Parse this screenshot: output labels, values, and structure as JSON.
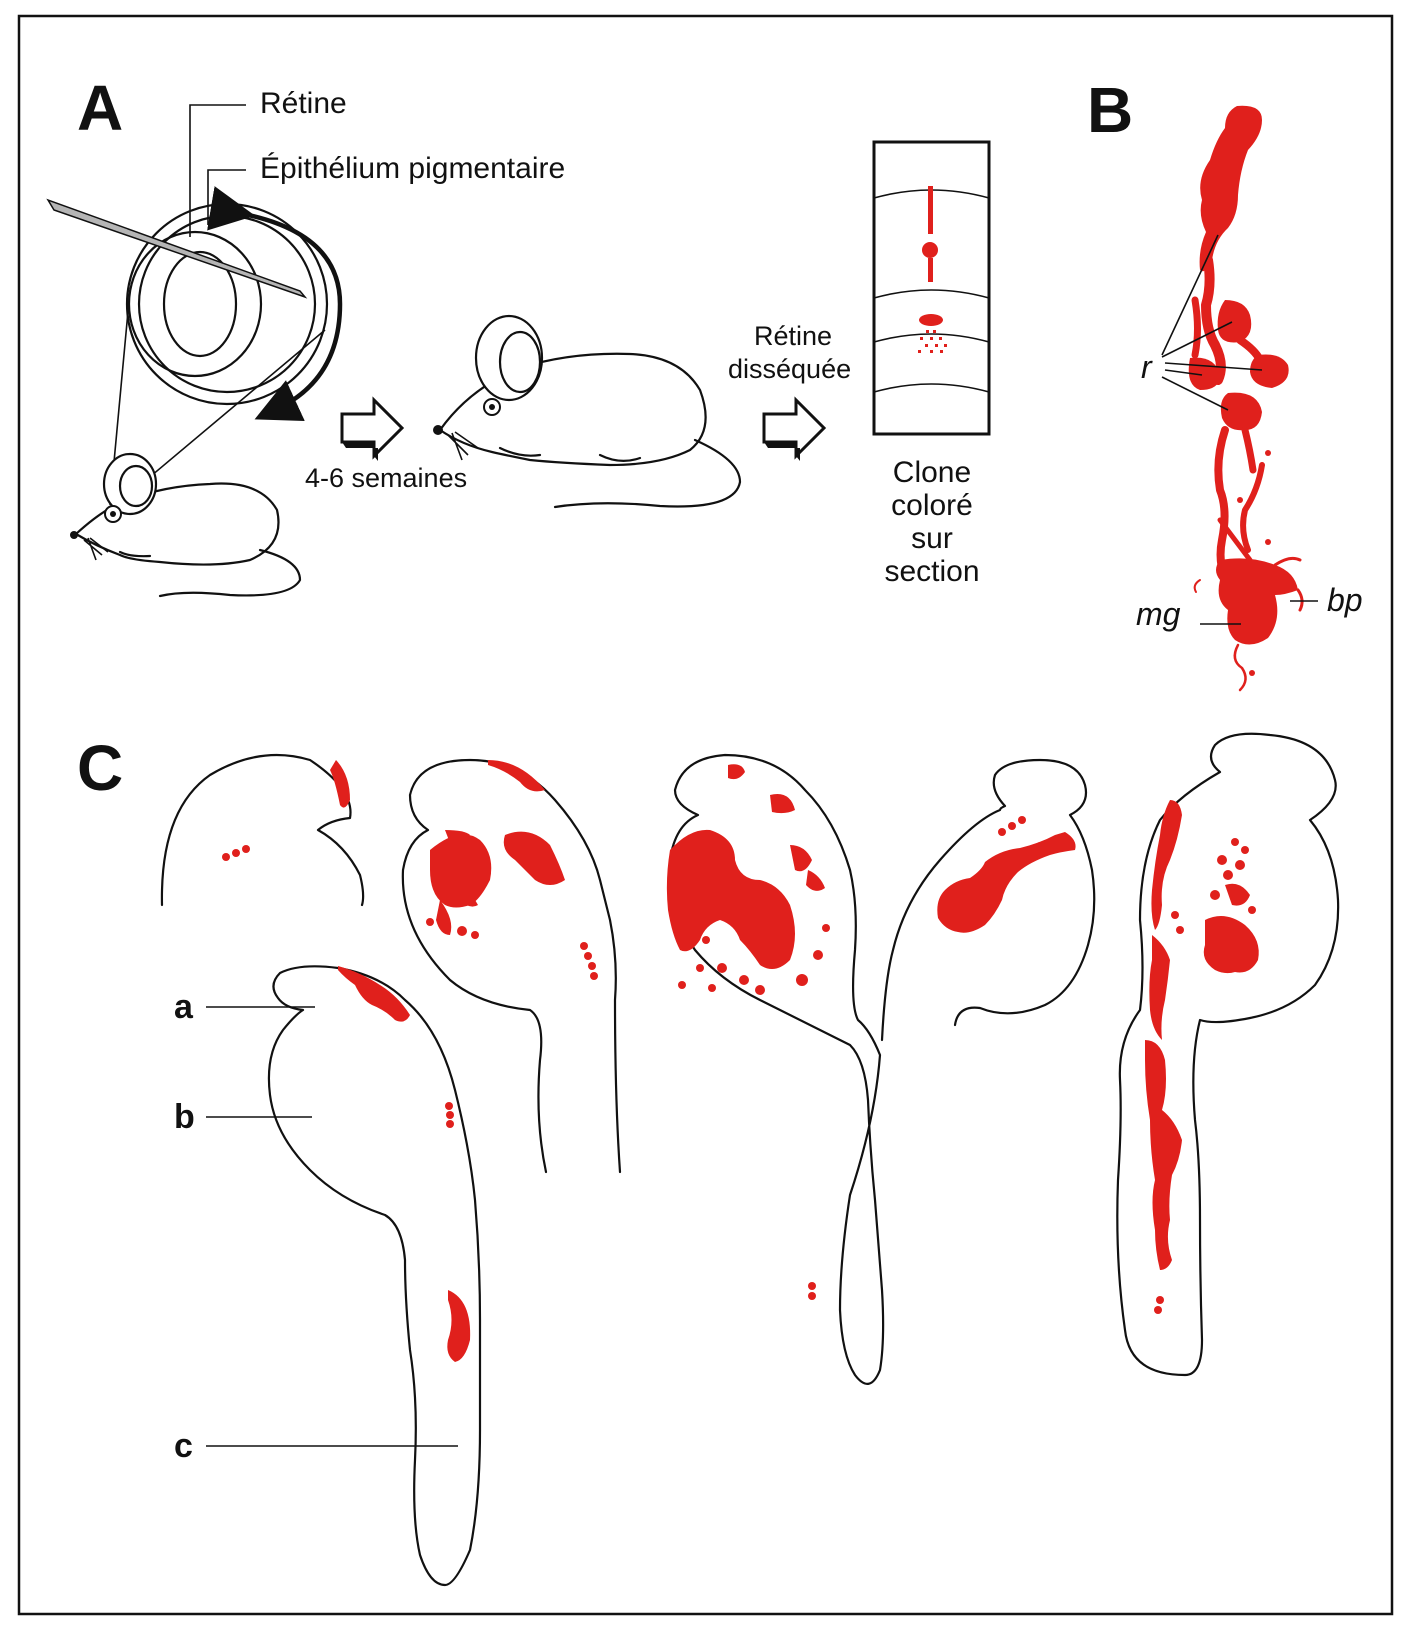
{
  "panels": {
    "a": "A",
    "b": "B",
    "c": "C"
  },
  "panel_a": {
    "retina": "Rétine",
    "rpe": "Épithélium pigmentaire",
    "interval": "4-6 semaines",
    "dissected_1": "Rétine",
    "dissected_2": "disséquée",
    "clone_1": "Clone",
    "clone_2": "coloré",
    "clone_3": "sur",
    "clone_4": "section"
  },
  "panel_b": {
    "r": "r",
    "mg": "mg",
    "bp": "bp"
  },
  "panel_c": {
    "a": "a",
    "b": "b",
    "c": "c"
  },
  "colors": {
    "stain": "#e0201c",
    "ink": "#111111"
  }
}
